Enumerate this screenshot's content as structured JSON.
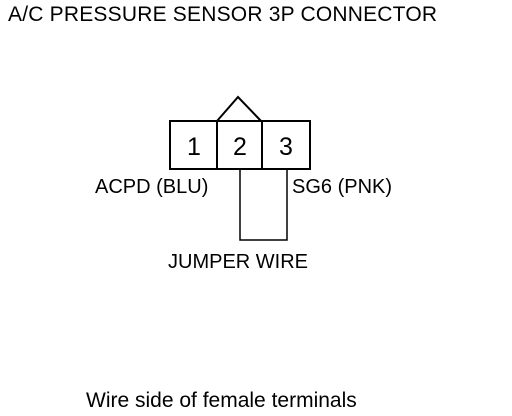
{
  "title": "A/C PRESSURE SENSOR 3P CONNECTOR",
  "connector": {
    "pins": [
      "1",
      "2",
      "3"
    ]
  },
  "labels": {
    "pin1_wire": "ACPD (BLU)",
    "pin3_wire": "SG6 (PNK)",
    "jumper": "JUMPER WIRE"
  },
  "caption": "Wire side of female terminals"
}
